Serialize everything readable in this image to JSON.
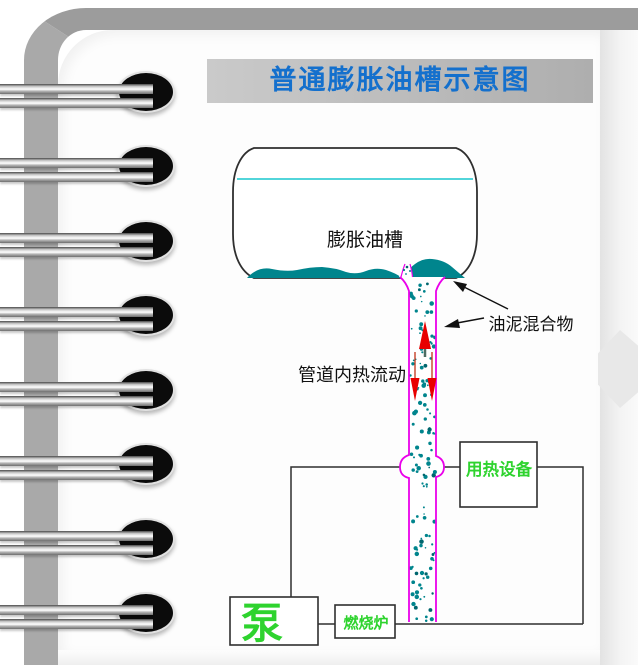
{
  "slide": {
    "title": "普通膨胀油槽示意图"
  },
  "diagram": {
    "tank_label": "膨胀油槽",
    "pipe_flow_label": "管道内热流动",
    "sludge_label": "油泥混合物",
    "heat_device_label": "用热设备",
    "pump_label": "泵",
    "furnace_label": "燃烧炉"
  },
  "binding": {
    "ring_count": 8
  },
  "colors": {
    "title_text": "#1470cd",
    "title_bar_start": "#cacaca",
    "title_bar_end": "#aeaeae",
    "pipe_border": "#ea00ea",
    "sludge_teal": "#00858d",
    "liquid_line": "#52d5da",
    "arrow_red": "#e80000",
    "equipment_green": "#2ed32e",
    "line_dark": "#2f2f2f"
  }
}
